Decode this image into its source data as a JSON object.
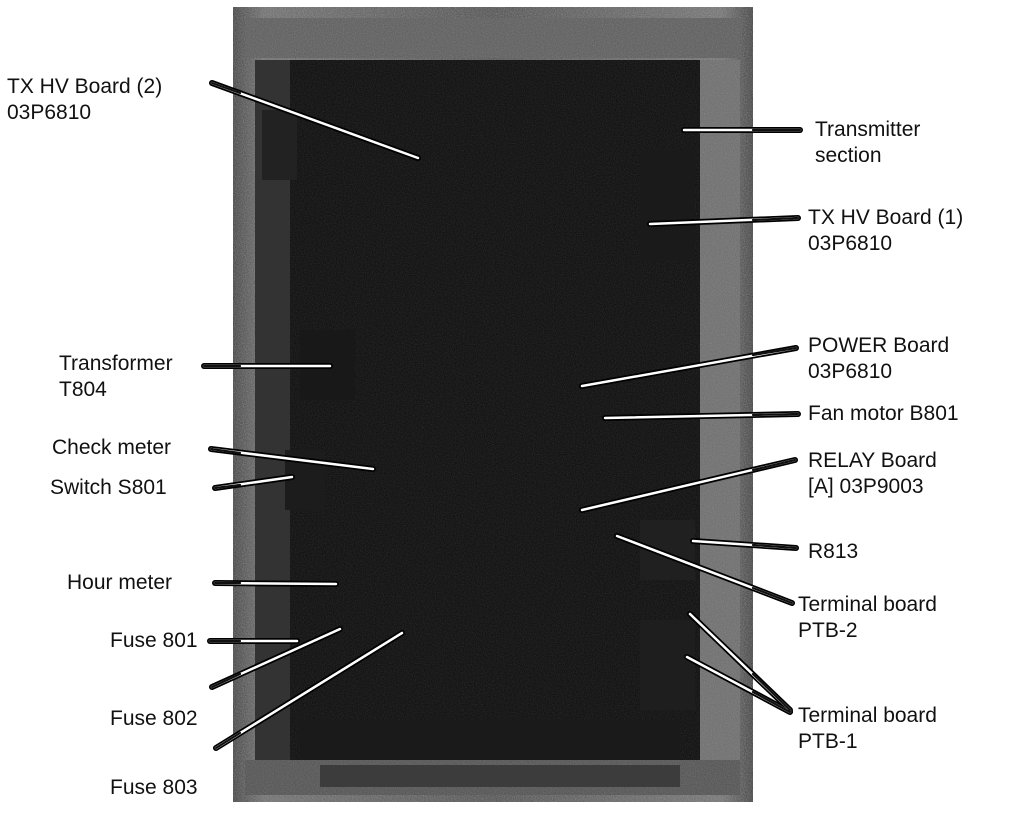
{
  "photo": {
    "subject": "electronics-cabinet-photo",
    "colors": {
      "frame": "#555555",
      "interior": "#0a0a0a",
      "leader": "#ffffff"
    }
  },
  "labels": {
    "tx_hv_board_2": {
      "line1": "TX HV Board (2)",
      "line2": "03P6810"
    },
    "transmitter": {
      "line1": "Transmitter",
      "line2": "section"
    },
    "tx_hv_board_1": {
      "line1": "TX HV Board (1)",
      "line2": "03P6810"
    },
    "transformer": {
      "line1": "Transformer",
      "line2": "T804"
    },
    "power_board": {
      "line1": "POWER Board",
      "line2": "03P6810"
    },
    "fan_motor": {
      "line1": "Fan motor B801"
    },
    "check_meter": {
      "line1": "Check meter"
    },
    "relay_board": {
      "line1": "RELAY Board",
      "line2": "[A] 03P9003"
    },
    "switch": {
      "line1": "Switch S801"
    },
    "r813": {
      "line1": "R813"
    },
    "hour_meter": {
      "line1": "Hour meter"
    },
    "terminal_ptb2": {
      "line1": "Terminal board",
      "line2": "PTB-2"
    },
    "fuse_801": {
      "line1": "Fuse 801"
    },
    "fuse_802": {
      "line1": "Fuse 802"
    },
    "terminal_ptb1": {
      "line1": "Terminal board",
      "line2": "PTB-1"
    },
    "fuse_803": {
      "line1": "Fuse 803"
    }
  }
}
